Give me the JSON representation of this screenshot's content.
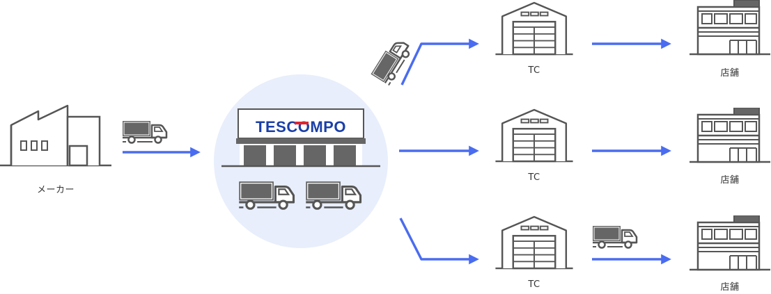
{
  "labels": {
    "maker": "メーカー",
    "logo": "TESCOMPO",
    "tc": "TC",
    "store": "店舗"
  },
  "colors": {
    "arrow": "#4a6cf0",
    "icon_stroke": "#555555",
    "icon_dark": "#666666",
    "hub_bg": "#e8eefb",
    "logo_text": "#1a3fa8",
    "logo_accent": "#e0262e"
  },
  "icons": [
    "factory-icon",
    "truck-icon",
    "warehouse-icon",
    "store-building-icon",
    "logistics-center-icon"
  ]
}
